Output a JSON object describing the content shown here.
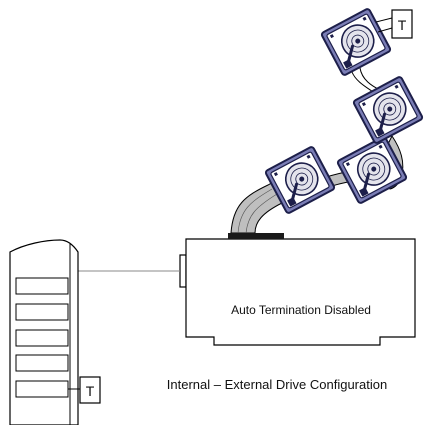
{
  "diagram": {
    "adapter_label": "Auto Termination Disabled",
    "caption": "Internal – External Drive Configuration",
    "terminator_top": "T",
    "terminator_tower": "T"
  },
  "colors": {
    "drive_fill": "#7a7db5",
    "drive_stroke": "#1d1f4a",
    "platter_fill": "#e4e4ec",
    "cable_fill": "#bfbfbf",
    "line": "#000000"
  },
  "icons": {
    "hard-drive": "hard-drive-icon",
    "terminator": "terminator-icon",
    "tower": "tower-computer-icon"
  }
}
